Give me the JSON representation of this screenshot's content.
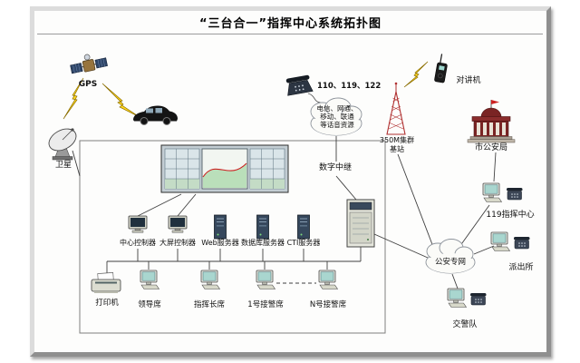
{
  "title": "“三台合一”指挥中心系统拓扑图",
  "colors": {
    "lightning": "#ffd61c",
    "building_red": "#7a2424",
    "screen_teal": "#a9d6cf",
    "chart_line_red": "#cc2222",
    "frame_gray": "#c8c8c8"
  },
  "wireless": {
    "gps": "GPS",
    "satellite_dish": "卫星",
    "tower_line1": "350M集群",
    "tower_line2": "基站",
    "walkie_talkie": "对讲机"
  },
  "pstn": {
    "numbers": "110、119、122",
    "cloud_line1": "电信、网通、",
    "cloud_line2": "移动、联通",
    "cloud_line3": "等话音资源",
    "trunk": "数字中继"
  },
  "center": {
    "center_controller": "中心控制器",
    "screen_controller": "大屏控制器",
    "web_server": "Web服务器",
    "db_server": "数据库服务器",
    "cti_server": "CTI服务器",
    "printer": "打印机",
    "leader_seat": "领导席",
    "commander_seat": "指挥长席",
    "seat1": "1号接警席",
    "seatN": "N号接警席"
  },
  "external": {
    "city_bureau": "市公安局",
    "fire_center": "119指挥中心",
    "police_network": "公安专网",
    "police_station": "派出所",
    "traffic_police": "交警队"
  }
}
